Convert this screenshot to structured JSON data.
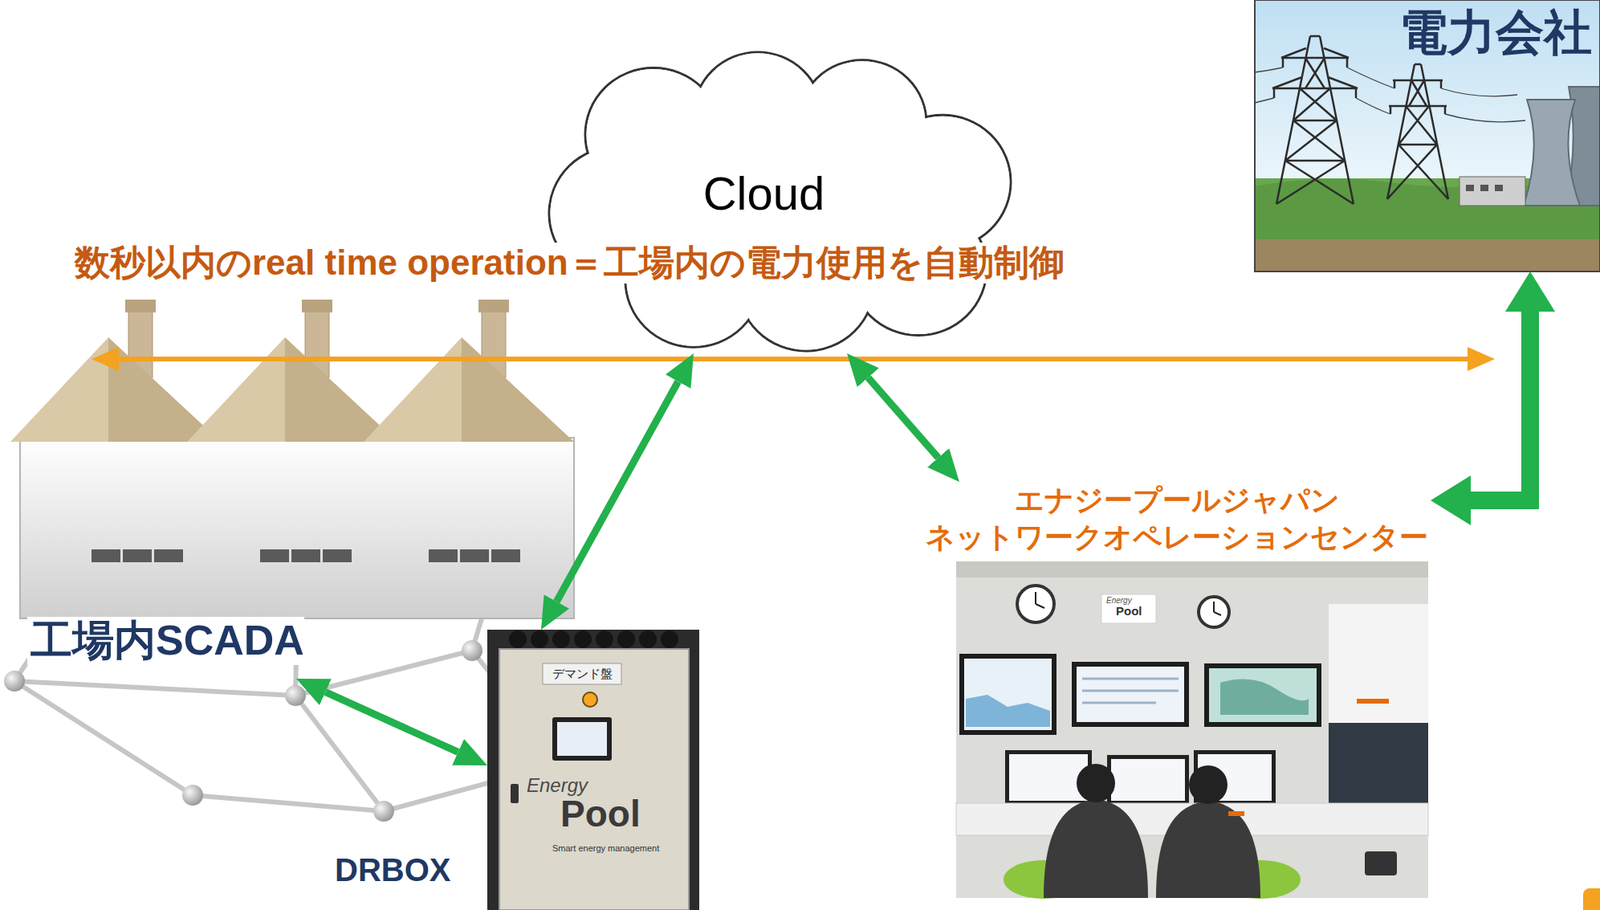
{
  "diagram": {
    "nodes": [
      {
        "text": [
          "Cloud"
        ]
      },
      {
        "text": [
          "電力会社"
        ]
      },
      {
        "text": [
          "工場内SCADA"
        ]
      },
      {
        "text": [
          "エナジープールジャパン ネットワークオペレーションセンター"
        ]
      },
      {
        "text": [
          "DRBOX"
        ]
      }
    ],
    "edges": [
      {
        "from": 2,
        "to": 1,
        "arrow": "both",
        "label": "数秒以内のreal time operation＝工場内の電力使用を自動制御"
      },
      {
        "from": 0,
        "to": 4,
        "arrow": "both"
      },
      {
        "from": 0,
        "to": 3,
        "arrow": "both"
      },
      {
        "from": 2,
        "to": 4,
        "arrow": "both"
      },
      {
        "from": 1,
        "to": 3,
        "arrow": "both"
      }
    ],
    "labels": [
      "デマンド盤",
      "Energy",
      "Pool",
      "Smart energy management",
      "Energy",
      "Pool"
    ]
  }
}
